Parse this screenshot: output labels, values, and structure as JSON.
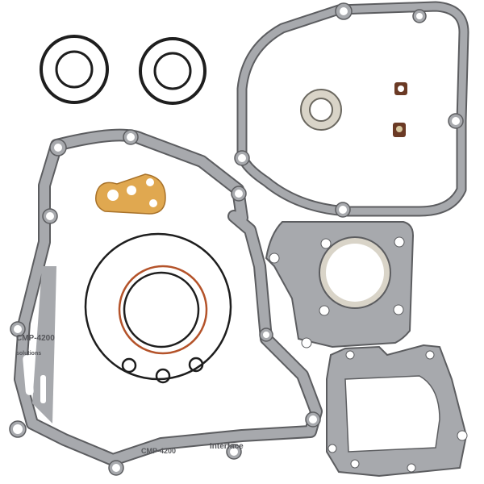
{
  "product": {
    "kind": "engine gasket kit",
    "printed_markings": [
      "CMP-4200",
      "Interface",
      "solutions"
    ]
  },
  "colors": {
    "background": "#ffffff",
    "gasket_gray": "#a7a9ad",
    "gasket_edge": "#5c5d60",
    "oring_black": "#1e1e1e",
    "oring_orange": "#b4532a",
    "paper_gasket": "#e0a850",
    "metal_ring": "#d9d4c8"
  }
}
